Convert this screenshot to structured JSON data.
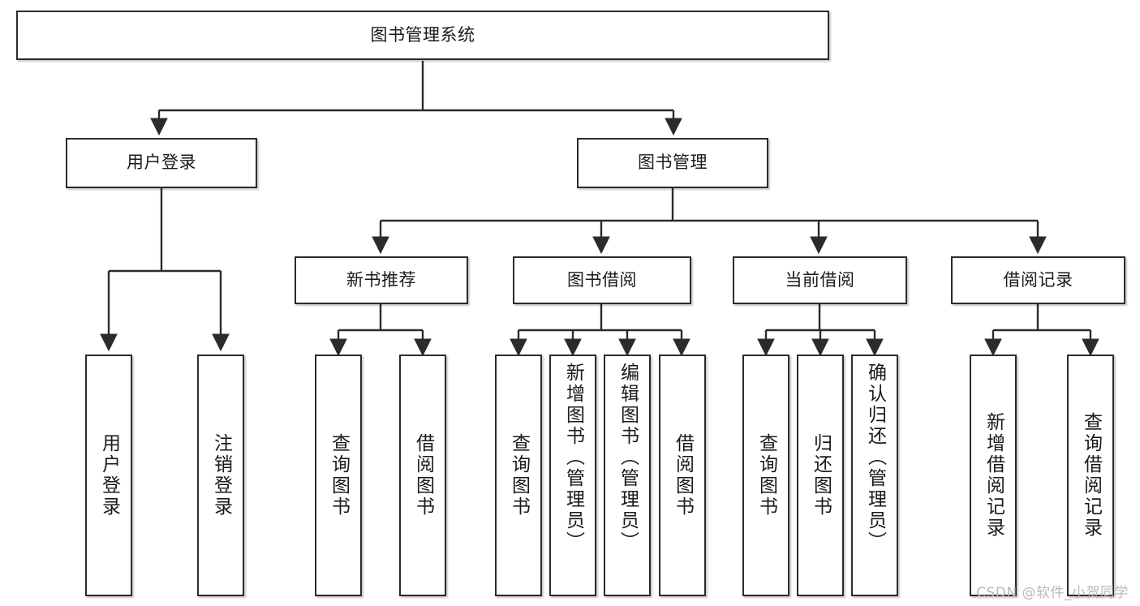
{
  "diagram": {
    "title": "图书管理系统",
    "type": "tree-hierarchy-chart",
    "root": {
      "label": "图书管理系统"
    },
    "level2": [
      {
        "label": "用户登录"
      },
      {
        "label": "图书管理"
      }
    ],
    "level3": [
      {
        "label": "新书推荐"
      },
      {
        "label": "图书借阅"
      },
      {
        "label": "当前借阅"
      },
      {
        "label": "借阅记录"
      }
    ],
    "leaves": {
      "user_login": [
        {
          "label": "用户登录"
        },
        {
          "label": "注销登录"
        }
      ],
      "new_book_recommend": [
        {
          "label": "查询图书"
        },
        {
          "label": "借阅图书"
        }
      ],
      "book_borrow": [
        {
          "label": "查询图书"
        },
        {
          "label": "新增图书（管理员）"
        },
        {
          "label": "编辑图书（管理员）"
        },
        {
          "label": "借阅图书"
        }
      ],
      "current_borrow": [
        {
          "label": "查询图书"
        },
        {
          "label": "归还图书"
        },
        {
          "label": "确认归还（管理员）"
        }
      ],
      "borrow_record": [
        {
          "label": "新增借阅记录"
        },
        {
          "label": "查询借阅记录"
        }
      ]
    }
  },
  "watermark": {
    "text": "CSDN @软件_小贺同学"
  },
  "colors": {
    "stroke": "#2b2b2b",
    "background": "#ffffff",
    "text": "#1a1a1a",
    "watermark": "#b9b9b9"
  }
}
